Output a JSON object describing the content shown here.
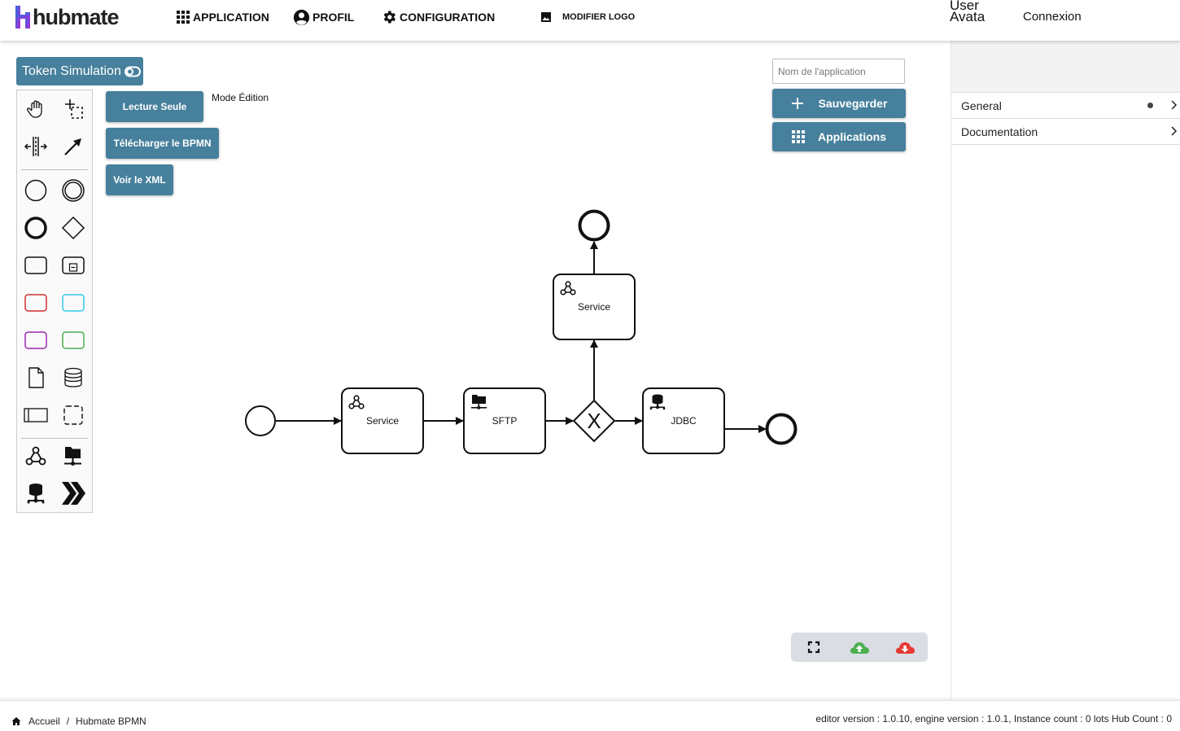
{
  "header": {
    "brand": "hubmate",
    "nav": {
      "application": "APPLICATION",
      "profil": "PROFIL",
      "configuration": "CONFIGURATION",
      "modifier_logo": "MODIFIER LOGO"
    },
    "user_avatar_text": "User Avatar",
    "connexion": "Connexion"
  },
  "toolbar": {
    "token_simulation": "Token Simulation",
    "lecture_seule": "Lecture Seule",
    "mode_label": "Mode Édition",
    "telecharger": "Télécharger le BPMN",
    "voir_xml": "Voir le XML"
  },
  "app_form": {
    "name_placeholder": "Nom de l'application",
    "save_label": "Sauvegarder",
    "applications_label": "Applications"
  },
  "properties_panel": {
    "sections": [
      {
        "label": "General"
      },
      {
        "label": "Documentation"
      }
    ]
  },
  "diagram": {
    "tasks": {
      "service1": "Service",
      "sftp": "SFTP",
      "jdbc": "JDBC",
      "service2": "Service"
    },
    "gateway_symbol": "X"
  },
  "icons": {
    "palette": [
      "hand-tool-icon",
      "lasso-tool-icon",
      "space-tool-icon",
      "connect-tool-icon",
      "start-event-icon",
      "intermediate-event-icon",
      "end-event-icon",
      "gateway-icon",
      "task-icon",
      "subprocess-icon",
      "red-task-icon",
      "cyan-task-icon",
      "purple-task-icon",
      "green-task-icon",
      "data-object-icon",
      "data-store-icon",
      "pool-icon",
      "group-icon",
      "webhook-task-icon",
      "sftp-task-icon",
      "jdbc-task-icon",
      "chevron-task-icon"
    ],
    "zoombar": [
      "fullscreen-icon",
      "cloud-upload-icon",
      "cloud-download-icon"
    ]
  },
  "colors": {
    "accent": "#46809c",
    "upload": "#4caf50",
    "download": "#e53935",
    "logo_mark": "#7b3fe4"
  },
  "footer": {
    "breadcrumb": [
      "Accueil",
      "Hubmate BPMN"
    ],
    "breadcrumb_sep": "/",
    "version": "editor version : 1.0.10, engine version : 1.0.1, Instance count : 0 lots Hub Count : 0"
  }
}
